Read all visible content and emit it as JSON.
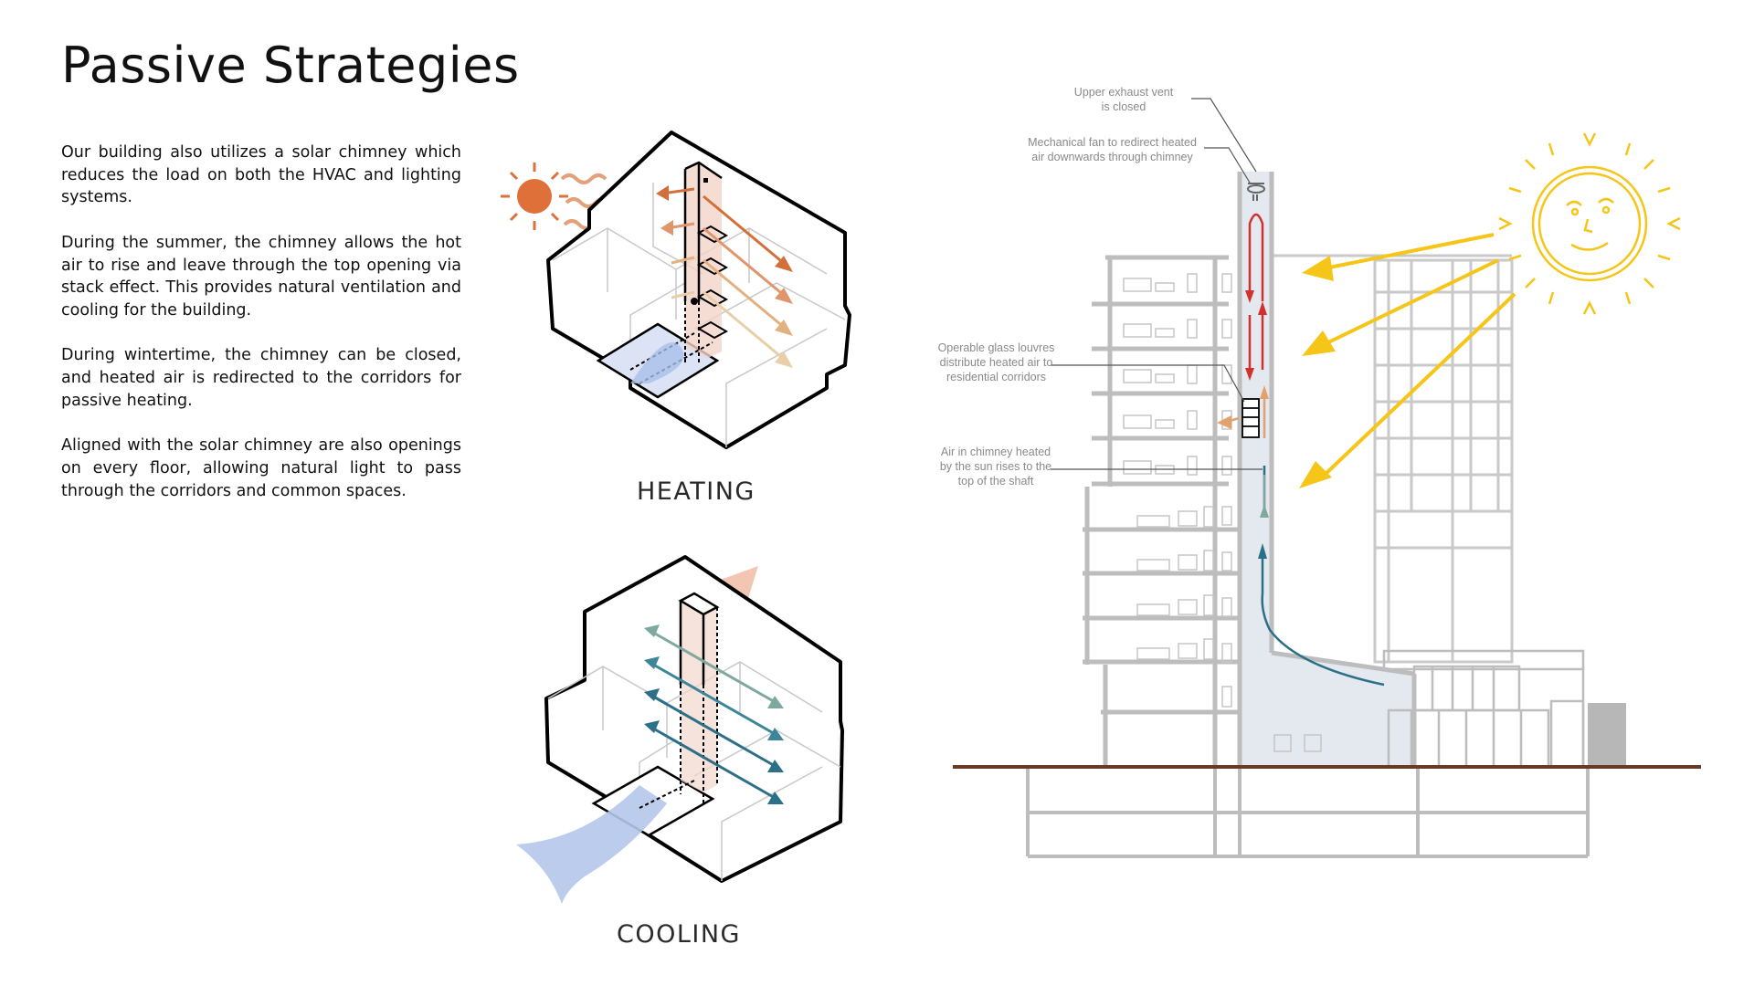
{
  "title": "Passive Strategies",
  "paragraphs": [
    "Our building also utilizes a solar chimney which reduces the load on both the HVAC and lighting systems.",
    "During the summer, the chimney allows the hot air to rise and leave through the top opening via stack effect. This provides natural ventilation and cooling for the building.",
    "During wintertime, the chimney can be closed, and heated air is redirected to the corridors for passive heating.",
    "Aligned with the solar chimney are also openings on every floor, allowing natural light to pass through the corridors and common spaces."
  ],
  "captions": {
    "heating": "HEATING",
    "cooling": "COOLING"
  },
  "annotations": {
    "exhaust_line1": "Upper exhaust vent",
    "exhaust_line2": "is closed",
    "fan_line1": "Mechanical fan to redirect heated",
    "fan_line2": "air downwards through chimney",
    "louvres_line1": "Operable glass louvres",
    "louvres_line2": "distribute heated air to",
    "louvres_line3": "residential corridors",
    "air_line1": "Air in chimney heated",
    "air_line2": "by the sun rises to the",
    "air_line3": "top of the shaft"
  },
  "colors": {
    "heat_orange": "#e0703a",
    "heat_light": "#e3b37f",
    "cool_teal": "#2c7088",
    "cool_grey": "#7fa8a0",
    "sun_yellow": "#f5c518",
    "ground_brown": "#6b3a22",
    "chimney_fill": "#e3e7ee"
  }
}
